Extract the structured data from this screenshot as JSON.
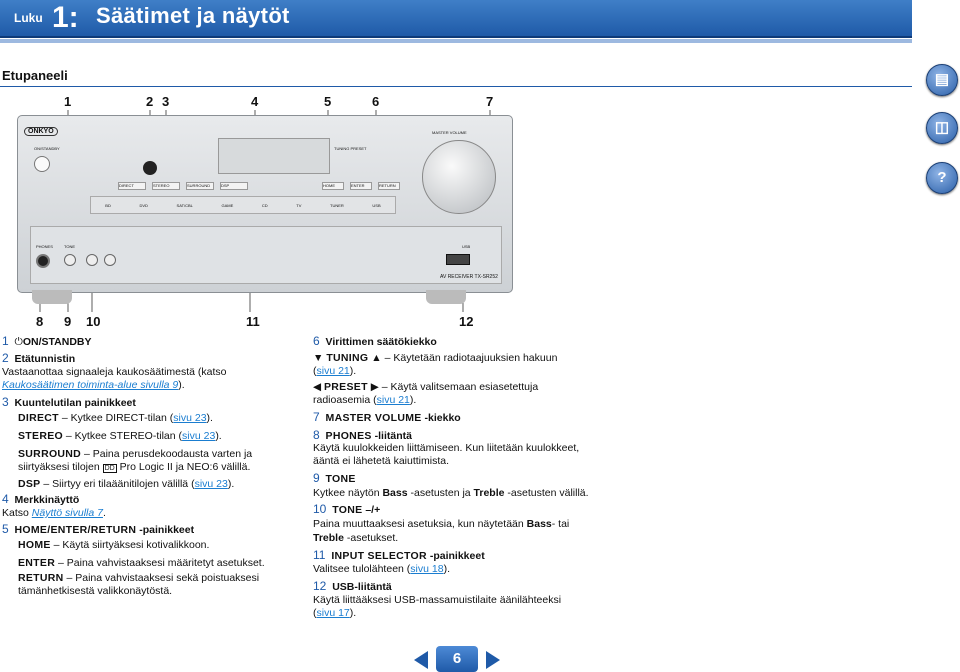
{
  "header": {
    "luku": "Luku",
    "chapter_num": "1:",
    "title": "Säätimet ja näytöt"
  },
  "section": {
    "title": "Etupaneeli"
  },
  "side_icons": [
    "book-icon",
    "remote-icon",
    "help-icon"
  ],
  "callouts": {
    "top": [
      "1",
      "2",
      "3",
      "4",
      "5",
      "6",
      "7"
    ],
    "bottom": [
      "8",
      "9",
      "10",
      "11",
      "12"
    ]
  },
  "device": {
    "brand": "ONKYO",
    "standby": "ON/STANDBY",
    "master": "MASTER VOLUME",
    "tuning": "TUNING",
    "preset": "PRESET",
    "listen": [
      "DIRECT",
      "STEREO",
      "SURROUND",
      "DSP"
    ],
    "home": [
      "HOME",
      "ENTER",
      "RETURN"
    ],
    "inputs": [
      "BD",
      "DVD",
      "SAT/CBL",
      "GAME",
      "CD",
      "TV",
      "TUNER",
      "USB"
    ],
    "phones": "PHONES",
    "tone": "TONE",
    "usb": "USB",
    "model": "AV RECEIVER TX-SR252"
  },
  "left": {
    "i1_num": "1",
    "i1_title": "ON/STANDBY",
    "i2_num": "2",
    "i2_title": "Etätunnistin",
    "i2_text": "Vastaanottaa signaaleja kaukosäätimestä (katso",
    "i2_link": "Kaukosäätimen toiminta-alue sivulla 9",
    "i2_end": ").",
    "i3_num": "3",
    "i3_title": "Kuuntelutilan painikkeet",
    "direct_label": "DIRECT",
    "direct_text": "– Kytkee DIRECT-tilan (",
    "direct_link": "sivu 23",
    "direct_end": ").",
    "stereo_label": "STEREO",
    "stereo_text": "– Kytkee STEREO-tilan (",
    "stereo_link": "sivu 23",
    "stereo_end": ").",
    "surround_label": "SURROUND",
    "surround_text": "– Paina perusdekoodausta varten ja",
    "surround_text2a": "siirtyäksesi tilojen",
    "surround_dolby": "DD",
    "surround_text2b": "Pro Logic II ja NEO:6 välillä.",
    "dsp_label": "DSP",
    "dsp_text": "– Siirtyy eri tilaäänitilojen välillä (",
    "dsp_link": "sivu 23",
    "dsp_end": ").",
    "i4_num": "4",
    "i4_title": "Merkkinäyttö",
    "i4_text": "Katso",
    "i4_link": "Näyttö sivulla 7",
    "i4_end": ".",
    "i5_num": "5",
    "i5_title": "HOME/ENTER/RETURN",
    "i5_title2": "-painikkeet",
    "home_label": "HOME",
    "home_text": "– Käytä siirtyäksesi kotivalikkoon.",
    "enter_label": "ENTER",
    "enter_text": "– Paina vahvistaaksesi määritetyt asetukset.",
    "return_label": "RETURN",
    "return_text": "– Paina vahvistaaksesi sekä poistuaksesi",
    "return_text2": "tämänhetkisestä valikkonäytöstä."
  },
  "right": {
    "i6_num": "6",
    "i6_title": "Virittimen säätökiekko",
    "tuning_label": "TUNING",
    "tuning_text": "– Käytetään radiotaajuuksien hakuun",
    "tuning_text2a": "(",
    "tuning_link": "sivu 21",
    "tuning_end": ").",
    "preset_label": "PRESET",
    "preset_text": "– Käytä valitsemaan esiasetettuja",
    "preset_text2": "radioasemia (",
    "preset_link": "sivu 21",
    "preset_end": ").",
    "i7_num": "7",
    "i7_title": "MASTER VOLUME",
    "i7_title2": "-kiekko",
    "i8_num": "8",
    "i8_title": "PHONES",
    "i8_title2": "-liitäntä",
    "i8_text": "Käytä kuulokkeiden liittämiseen. Kun liitetään kuulokkeet,",
    "i8_text2": "ääntä ei lähetetä kaiuttimista.",
    "i9_num": "9",
    "i9_title": "TONE",
    "i9_text_a": "Kytkee näytön",
    "i9_bass": "Bass",
    "i9_text_b": "-asetusten ja",
    "i9_treble": "Treble",
    "i9_text_c": "-asetusten välillä.",
    "i10_num": "10",
    "i10_title": "TONE",
    "i10_title2": "–/+",
    "i10_text": "Paina muuttaaksesi asetuksia, kun näytetään",
    "i10_bass": "Bass",
    "i10_text2": "- tai",
    "i10_treble": "Treble",
    "i10_text3": "-asetukset.",
    "i11_num": "11",
    "i11_title": "INPUT SELECTOR",
    "i11_title2": "-painikkeet",
    "i11_text": "Valitsee tulolähteen (",
    "i11_link": "sivu 18",
    "i11_end": ").",
    "i12_num": "12",
    "i12_title": "USB-liitäntä",
    "i12_text": "Käytä liittääksesi USB-massamuistilaite äänilähteeksi",
    "i12_text2": "(",
    "i12_link": "sivu 17",
    "i12_end": ")."
  },
  "footer": {
    "page": "6"
  },
  "colors": {
    "header": "#1f5aa8",
    "link": "#1a7dd0",
    "number": "#1f5aa8"
  }
}
